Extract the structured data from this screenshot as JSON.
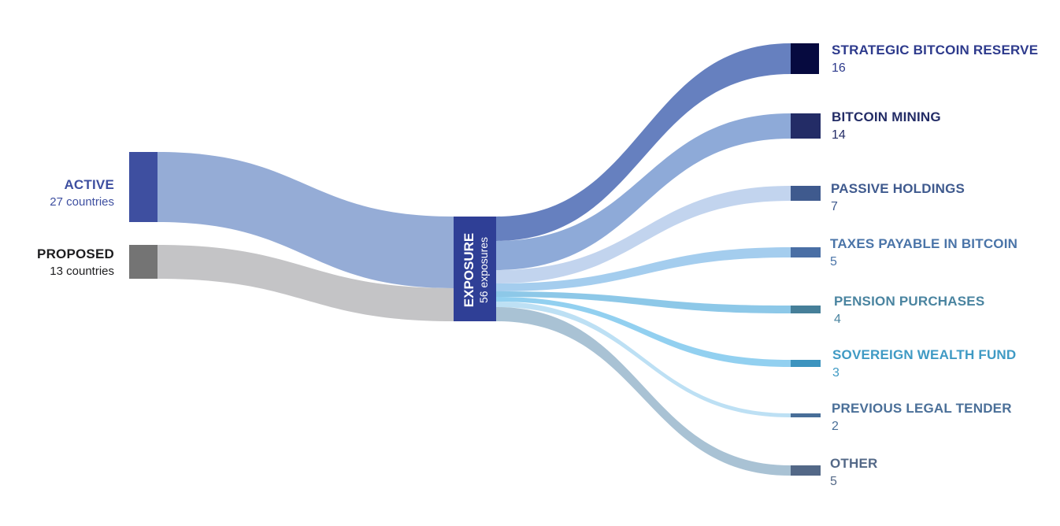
{
  "sources": [
    {
      "id": "active",
      "label": "ACTIVE",
      "sublabel": "27 countries",
      "value": 27,
      "node_color": "#3e4fa0",
      "flow_color": "#95acd6",
      "text_color": "#3e4fa0"
    },
    {
      "id": "proposed",
      "label": "PROPOSED",
      "sublabel": "13 countries",
      "value": 13,
      "node_color": "#747474",
      "flow_color": "#c4c4c6",
      "text_color": "#1d1d1f"
    }
  ],
  "center": {
    "label": "EXPOSURE",
    "sublabel": "56 exposures",
    "value": 56,
    "node_color": "#2f3f96",
    "text_color": "#ffffff"
  },
  "targets": [
    {
      "label": "STRATEGIC BITCOIN RESERVE",
      "value": "16",
      "node_color": "#060a3f",
      "flow_color": "#6680bf",
      "text_color": "#2d3a8c"
    },
    {
      "label": "BITCOIN MINING",
      "value": "14",
      "node_color": "#232c66",
      "flow_color": "#8eaad8",
      "text_color": "#232c66"
    },
    {
      "label": "PASSIVE HOLDINGS",
      "value": "7",
      "node_color": "#3f5a8e",
      "flow_color": "#c2d4ee",
      "text_color": "#3f5a8e"
    },
    {
      "label": "TAXES PAYABLE IN BITCOIN",
      "value": "5",
      "node_color": "#4a6fa5",
      "flow_color": "#a4cdee",
      "text_color": "#4a74a8"
    },
    {
      "label": "PENSION PURCHASES",
      "value": "4",
      "node_color": "#467f99",
      "flow_color": "#8dc8e8",
      "text_color": "#4a84a0"
    },
    {
      "label": "SOVEREIGN WEALTH FUND",
      "value": "3",
      "node_color": "#3d94bf",
      "flow_color": "#92d0f0",
      "text_color": "#3f9ac4"
    },
    {
      "label": "PREVIOUS LEGAL TENDER",
      "value": "2",
      "node_color": "#486e98",
      "flow_color": "#bde0f4",
      "text_color": "#4a6f98"
    },
    {
      "label": "OTHER",
      "value": "5",
      "node_color": "#536887",
      "flow_color": "#a9c2d4",
      "text_color": "#536887"
    }
  ]
}
